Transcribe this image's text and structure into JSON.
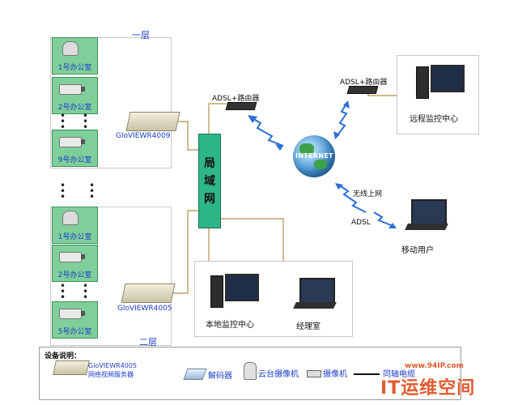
{
  "floors": {
    "floor1_label": "一层",
    "floor2_label": "二层",
    "floor1_rooms": [
      "1号办公室",
      "2号办公室",
      "9号办公室"
    ],
    "floor2_rooms": [
      "1号办公室",
      "2号办公室",
      "5号办公室"
    ],
    "floor1_dvr": "GloVIEWR4009",
    "floor2_dvr": "GloVIEWR4005"
  },
  "lan": {
    "chars": [
      "局",
      "域",
      "网"
    ]
  },
  "network": {
    "router_left_label": "ADSL+路由器",
    "router_right_label": "ADSL+路由器",
    "internet_label": "INTERNET",
    "wireless_label": "无线上网",
    "adsl_label": "ADSL"
  },
  "endpoints": {
    "remote_center": "远程监控中心",
    "mobile_user": "移动用户",
    "local_center": "本地监控中心",
    "manager_room": "经理室"
  },
  "legend": {
    "title": "设备说明：",
    "server_name": "GloVIEWR4005",
    "server_desc": "网络视频服务器",
    "decoder": "解码器",
    "ptz_camera": "云台摄像机",
    "camera": "摄像机",
    "coax": "同轴电缆"
  },
  "watermark": {
    "url": "www.94IP.com",
    "brand": "IT运维空间"
  },
  "colors": {
    "room_fill": "#7fcf9a",
    "lan_fill": "#2fb58a",
    "label_blue": "#1d3cc9",
    "watermark": "#e25a2e",
    "link_blue": "#2b6fd6"
  }
}
